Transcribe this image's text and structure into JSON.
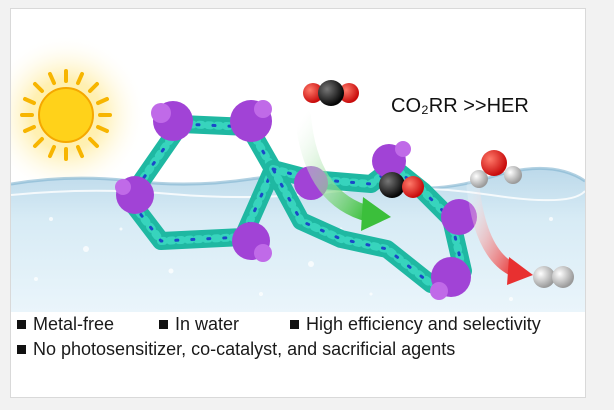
{
  "headline": "CO₂RR >>HER",
  "bullets": [
    "Metal-free",
    "In water",
    "High efficiency and selectivity",
    "No photosensitizer, co-catalyst, and sacrificial agents"
  ]
}
